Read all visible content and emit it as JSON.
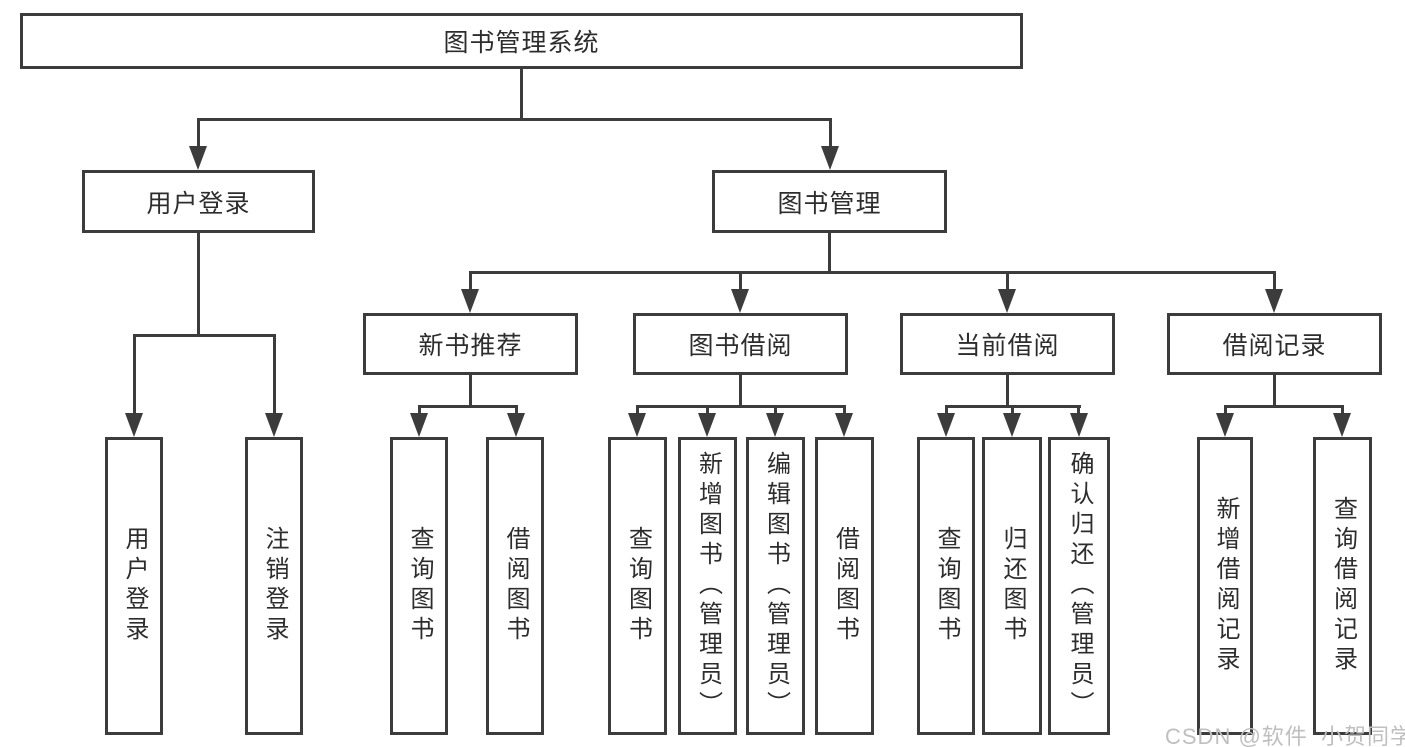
{
  "colors": {
    "stroke": "#3c3c3c",
    "text": "#2d2d2d",
    "background": "#ffffff",
    "watermark": "#bfbfbf"
  },
  "watermark": {
    "text": "CSDN @软件_小贺同学"
  },
  "tree": {
    "root": {
      "label": "图书管理系统"
    },
    "children": [
      {
        "label": "用户登录",
        "children": [
          {
            "label": "用户登录"
          },
          {
            "label": "注销登录"
          }
        ]
      },
      {
        "label": "图书管理",
        "children": [
          {
            "label": "新书推荐",
            "children": [
              {
                "label": "查询图书"
              },
              {
                "label": "借阅图书"
              }
            ]
          },
          {
            "label": "图书借阅",
            "children": [
              {
                "label": "查询图书"
              },
              {
                "label": "新增图书（管理员）"
              },
              {
                "label": "编辑图书（管理员）"
              },
              {
                "label": "借阅图书"
              }
            ]
          },
          {
            "label": "当前借阅",
            "children": [
              {
                "label": "查询图书"
              },
              {
                "label": "归还图书"
              },
              {
                "label": "确认归还（管理员）"
              }
            ]
          },
          {
            "label": "借阅记录",
            "children": [
              {
                "label": "新增借阅记录"
              },
              {
                "label": "查询借阅记录"
              }
            ]
          }
        ]
      }
    ]
  }
}
